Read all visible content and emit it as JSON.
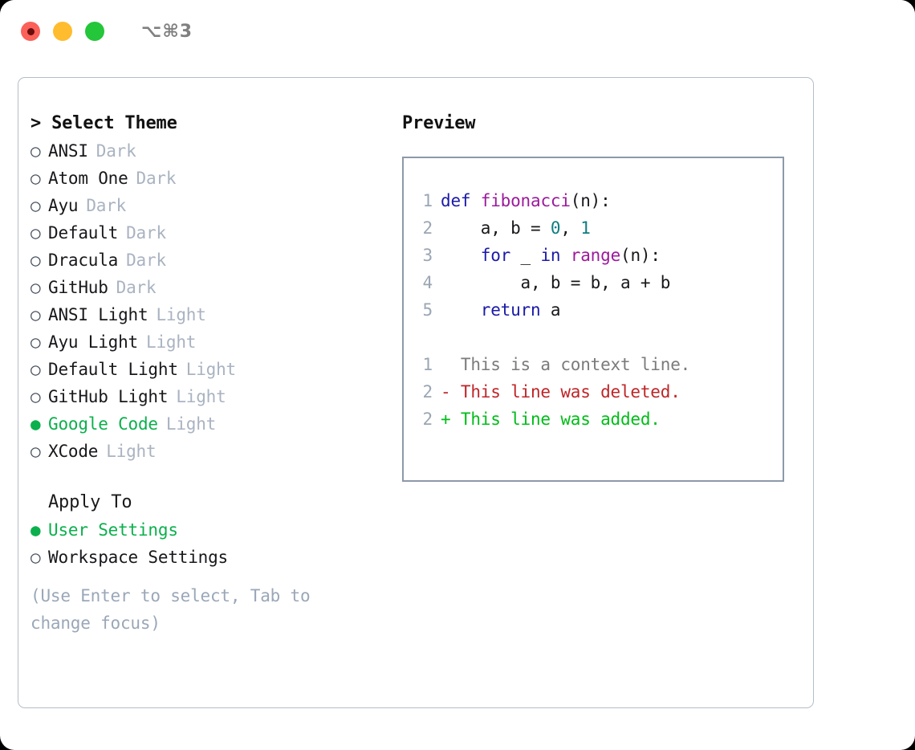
{
  "window": {
    "shortcut": "⌥⌘3",
    "traffic_lights": [
      {
        "name": "close-button",
        "color": "#fa6158",
        "recording": true
      },
      {
        "name": "minimize-button",
        "color": "#febc2e",
        "recording": false
      },
      {
        "name": "maximize-button",
        "color": "#24c63a",
        "recording": false
      }
    ]
  },
  "theme_picker": {
    "header": "> Select Theme",
    "selected_marker": "●",
    "unselected_marker": "○",
    "options": [
      {
        "name": "ANSI",
        "tag": "Dark",
        "selected": false
      },
      {
        "name": "Atom One",
        "tag": "Dark",
        "selected": false
      },
      {
        "name": "Ayu",
        "tag": "Dark",
        "selected": false
      },
      {
        "name": "Default",
        "tag": "Dark",
        "selected": false
      },
      {
        "name": "Dracula",
        "tag": "Dark",
        "selected": false
      },
      {
        "name": "GitHub",
        "tag": "Dark",
        "selected": false
      },
      {
        "name": "ANSI Light",
        "tag": "Light",
        "selected": false
      },
      {
        "name": "Ayu Light",
        "tag": "Light",
        "selected": false
      },
      {
        "name": "Default Light",
        "tag": "Light",
        "selected": false
      },
      {
        "name": "GitHub Light",
        "tag": "Light",
        "selected": false
      },
      {
        "name": "Google Code",
        "tag": "Light",
        "selected": true
      },
      {
        "name": "XCode",
        "tag": "Light",
        "selected": false
      }
    ]
  },
  "apply_to": {
    "header": "Apply To",
    "options": [
      {
        "name": "User Settings",
        "tag": "",
        "selected": true
      },
      {
        "name": "Workspace Settings",
        "tag": "",
        "selected": false
      }
    ]
  },
  "hint": "(Use Enter to select, Tab to change focus)",
  "preview": {
    "title": "Preview",
    "code_lines": [
      {
        "lineno": "1",
        "tokens": [
          {
            "text": "def ",
            "type": "kw"
          },
          {
            "text": "fibonacci",
            "type": "fn"
          },
          {
            "text": "(n):",
            "type": "pl"
          }
        ]
      },
      {
        "lineno": "2",
        "tokens": [
          {
            "text": "    a, b = ",
            "type": "pl"
          },
          {
            "text": "0",
            "type": "num"
          },
          {
            "text": ", ",
            "type": "pl"
          },
          {
            "text": "1",
            "type": "num"
          }
        ]
      },
      {
        "lineno": "3",
        "tokens": [
          {
            "text": "    for",
            "type": "kw"
          },
          {
            "text": " _ ",
            "type": "pl"
          },
          {
            "text": "in",
            "type": "kw"
          },
          {
            "text": " ",
            "type": "pl"
          },
          {
            "text": "range",
            "type": "fn"
          },
          {
            "text": "(n):",
            "type": "pl"
          }
        ]
      },
      {
        "lineno": "4",
        "tokens": [
          {
            "text": "        a, b = b, a + b",
            "type": "pl"
          }
        ]
      },
      {
        "lineno": "5",
        "tokens": [
          {
            "text": "    return",
            "type": "kw"
          },
          {
            "text": " a",
            "type": "pl"
          }
        ]
      }
    ],
    "diff_lines": [
      {
        "lineno": "1",
        "text": "  This is a context line.",
        "type": "ctx"
      },
      {
        "lineno": "2",
        "text": "- This line was deleted.",
        "type": "del"
      },
      {
        "lineno": "2",
        "text": "+ This line was added.",
        "type": "add"
      }
    ]
  },
  "colors": {
    "selection_green": "#0bb04c",
    "tag_gray": "#a9b3c1",
    "hint_gray": "#9aa7b8",
    "lineno_gray": "#9aa6b5",
    "keyword_blue": "#1a1aa8",
    "function_purple": "#9c1a9c",
    "number_teal": "#0d7d80",
    "diff_removed": "#bf2527",
    "diff_added": "#00bd18",
    "diff_context": "#7b7b7b",
    "panel_border": "#b4becb",
    "preview_border": "#8d99a9"
  }
}
